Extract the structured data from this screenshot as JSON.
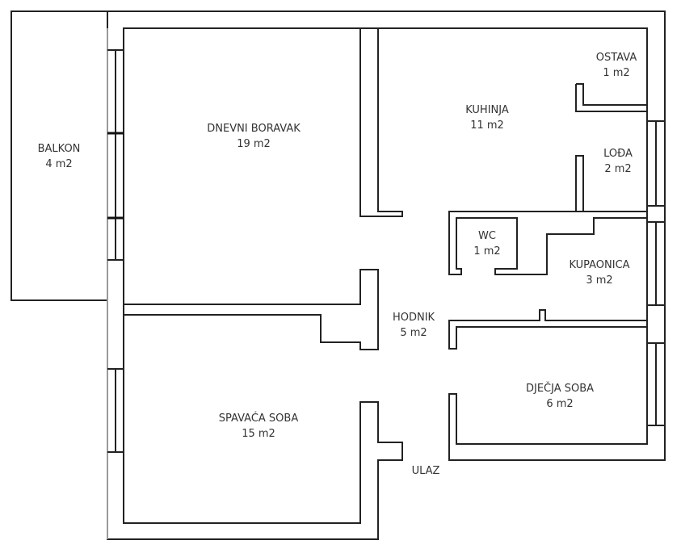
{
  "title": "Floor plan",
  "rooms": [
    {
      "name": "BALKON",
      "area": "4 m2"
    },
    {
      "name": "DNEVNI BORAVAK",
      "area": "19 m2"
    },
    {
      "name": "KUHINJA",
      "area": "11 m2"
    },
    {
      "name": "OSTAVA",
      "area": "1 m2"
    },
    {
      "name": "LOĐA",
      "area": "2 m2"
    },
    {
      "name": "WC",
      "area": "1 m2"
    },
    {
      "name": "KUPAONICA",
      "area": "3 m2"
    },
    {
      "name": "HODNIK",
      "area": "5 m2"
    },
    {
      "name": "DJEČJA SOBA",
      "area": "6 m2"
    },
    {
      "name": "SPAVAĆA SOBA",
      "area": "15 m2"
    }
  ],
  "entrance": "ULAZ"
}
